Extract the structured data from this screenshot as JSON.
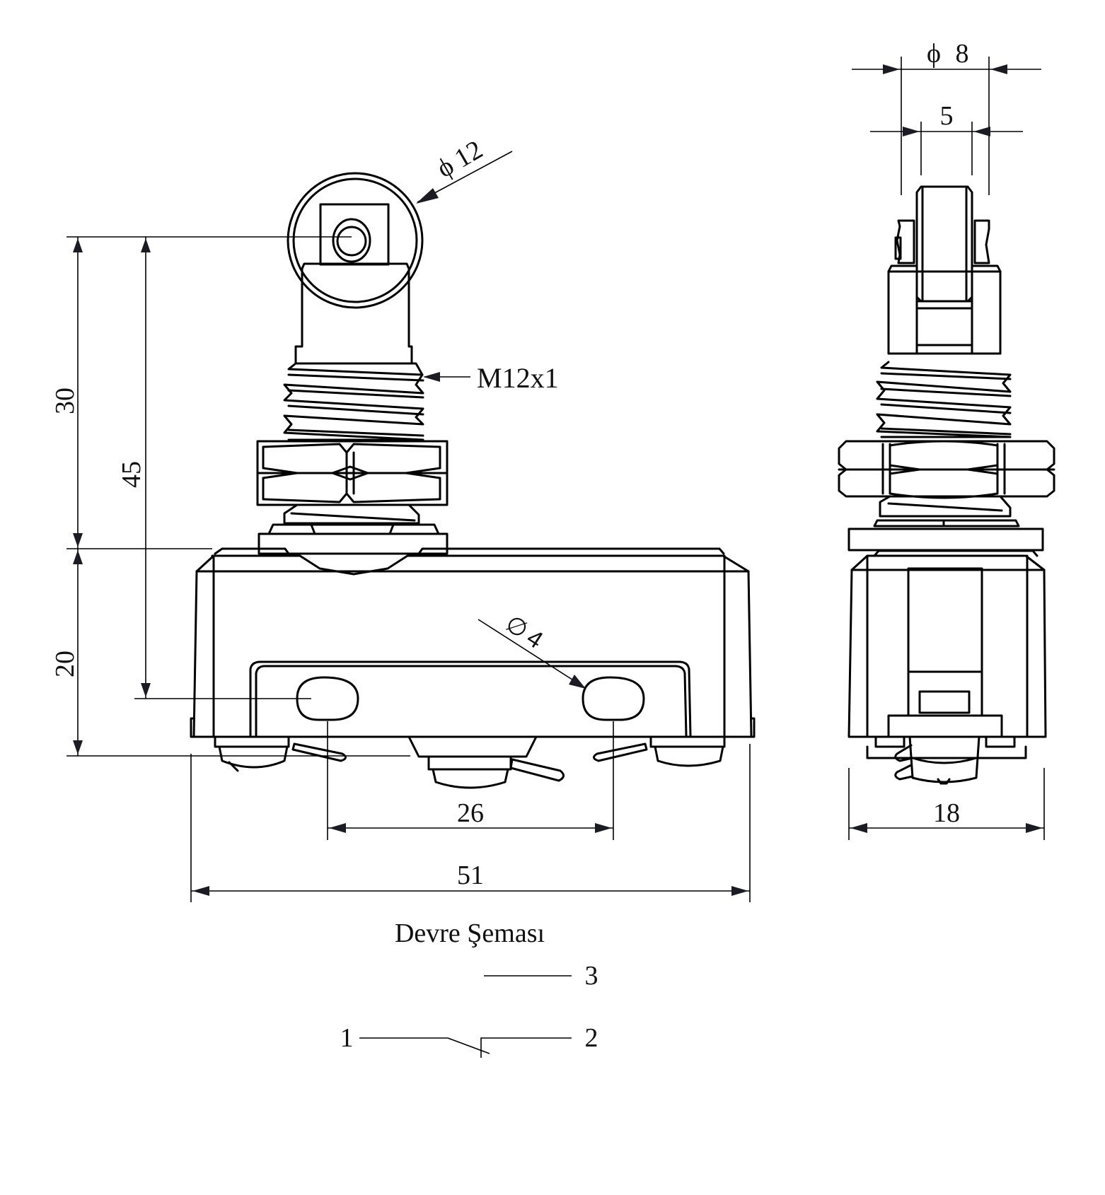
{
  "drawing": {
    "front_view": {
      "roller_diameter": {
        "symbol": "ϕ",
        "value": "12"
      },
      "thread": "M12x1",
      "height_actuator": "30",
      "height_to_hole": "45",
      "height_body": "20",
      "hole_diameter": {
        "symbol": "∅",
        "value": "4"
      },
      "hole_spacing": "26",
      "overall_width": "51"
    },
    "side_view": {
      "roller_outer": {
        "symbol": "ϕ",
        "value": "8"
      },
      "roller_width": "5",
      "body_depth": "18"
    },
    "circuit": {
      "title": "Devre Şeması",
      "terminals": [
        "1",
        "2",
        "3"
      ]
    }
  },
  "colors": {
    "line": "#000000",
    "arrow": "#1b1b24",
    "background": "#ffffff"
  }
}
